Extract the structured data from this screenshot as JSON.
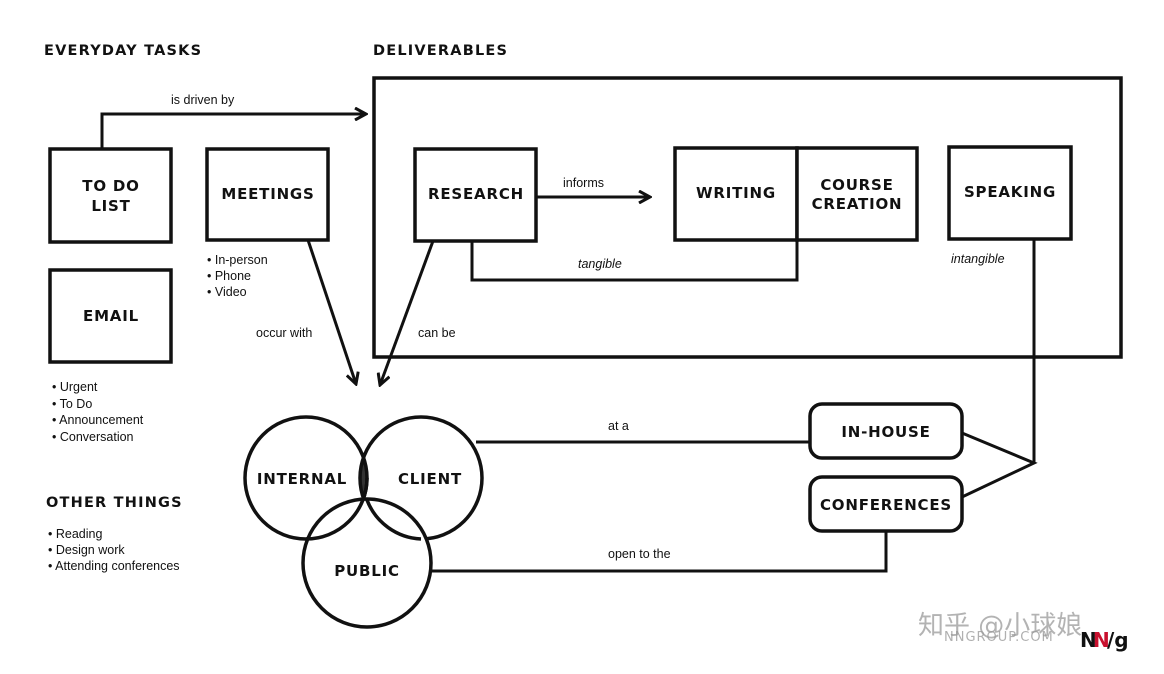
{
  "headings": {
    "everyday_tasks": "EVERYDAY TASKS",
    "deliverables": "DELIVERABLES",
    "other_things": "OTHER THINGS"
  },
  "boxes": {
    "todo_line1": "TO DO",
    "todo_line2": "LIST",
    "meetings": "MEETINGS",
    "email": "EMAIL",
    "research": "RESEARCH",
    "writing": "WRITING",
    "course_line1": "COURSE",
    "course_line2": "CREATION",
    "speaking": "SPEAKING",
    "in_house": "IN-HOUSE",
    "conferences": "CONFERENCES"
  },
  "circles": {
    "internal": "INTERNAL",
    "client": "CLIENT",
    "public": "PUBLIC"
  },
  "lists": {
    "meetings": [
      "• In-person",
      "• Phone",
      "• Video"
    ],
    "email": [
      "• Urgent",
      "• To Do",
      "• Announcement",
      "• Conversation"
    ],
    "other_things": [
      "• Reading",
      "• Design work",
      "• Attending conferences"
    ]
  },
  "connectors": {
    "is_driven_by": "is driven by",
    "informs": "informs",
    "tangible": "tangible",
    "intangible": "intangible",
    "occur_with": "occur with",
    "can_be": "can be",
    "at_a": "at a",
    "open_to_the": "open to the"
  },
  "watermark": {
    "zhihu": "知乎 @小球娘",
    "site": "NNGROUP.COM"
  },
  "logo": {
    "n1": "N",
    "n2": "N",
    "g": "/g"
  },
  "colors": {
    "ink": "#111111",
    "overlap_fill": "#333333",
    "logo_red": "#c8102e"
  }
}
